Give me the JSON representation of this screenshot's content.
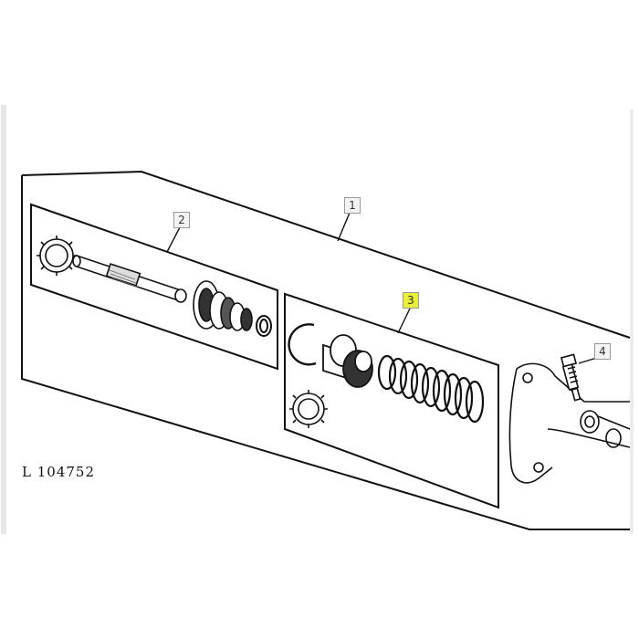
{
  "drawing_id": "L 104752",
  "callouts": [
    {
      "id": "callout-1",
      "label": "1",
      "highlight": false
    },
    {
      "id": "callout-2",
      "label": "2",
      "highlight": false
    },
    {
      "id": "callout-3",
      "label": "3",
      "highlight": true
    },
    {
      "id": "callout-4",
      "label": "4",
      "highlight": false
    }
  ],
  "colors": {
    "line": "#111111",
    "callout_box": "#f4f4f4",
    "callout_border": "#999999",
    "highlight": "#e8f03a"
  }
}
